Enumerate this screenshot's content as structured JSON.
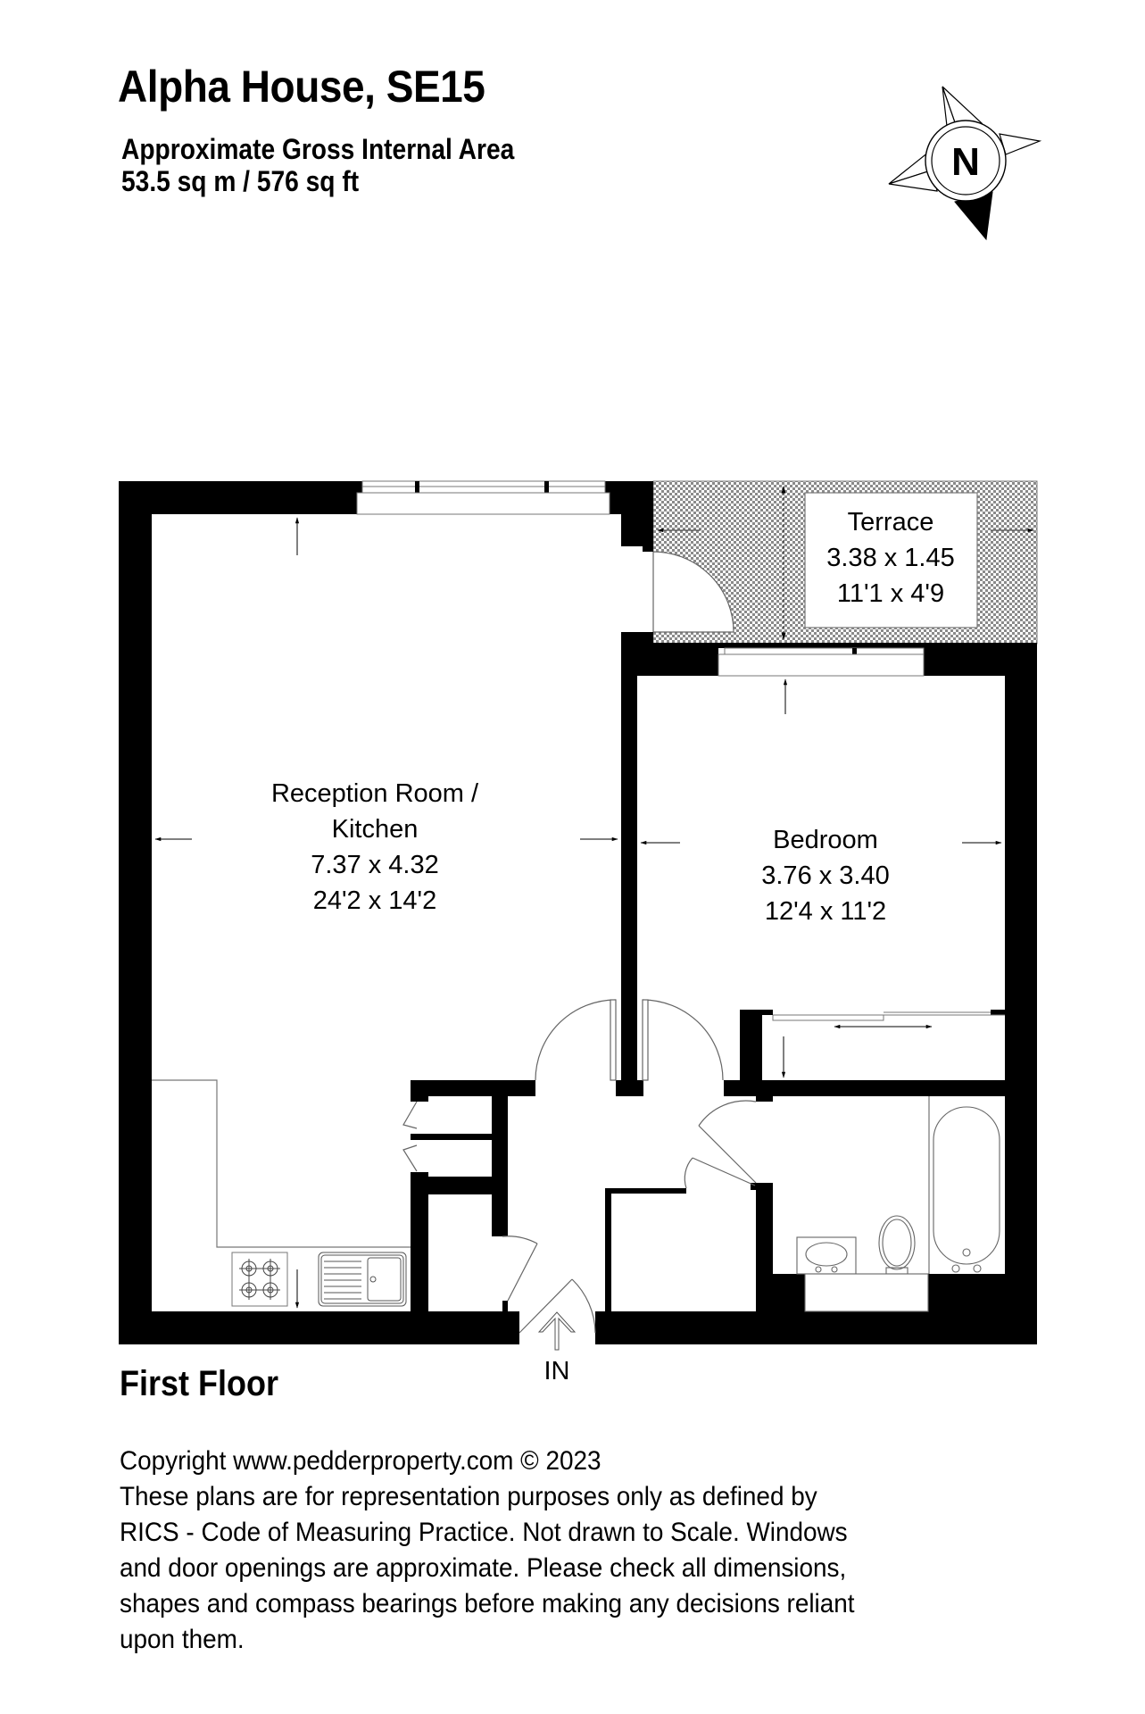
{
  "header": {
    "title": "Alpha House, SE15",
    "area_label": "Approximate Gross Internal Area",
    "area_value": "53.5 sq m / 576 sq ft"
  },
  "compass": {
    "label": "N",
    "icon": "compass-rose-icon"
  },
  "rooms": [
    {
      "name": "Reception Room /",
      "name_line2": "Kitchen",
      "metric": "7.37 x 4.32",
      "imperial": "24'2 x 14'2"
    },
    {
      "name": "Bedroom",
      "metric": "3.76 x 3.40",
      "imperial": "12'4 x 11'2"
    },
    {
      "name": "Terrace",
      "metric": "3.38 x 1.45",
      "imperial": "11'1 x 4'9"
    }
  ],
  "entrance_label": "IN",
  "floor_label": "First Floor",
  "disclaimer": {
    "lines": [
      "Copyright www.pedderproperty.com © 2023",
      "These plans are for representation purposes only as defined by",
      "RICS - Code of Measuring Practice. Not drawn to Scale. Windows",
      "and door openings are approximate. Please check all dimensions,",
      "shapes and compass bearings before making any decisions reliant",
      "upon them."
    ]
  },
  "colors": {
    "wall": "#000000",
    "background": "#ffffff",
    "terrace_hatch": "#b0b0b0",
    "fixture_line": "#555555"
  }
}
